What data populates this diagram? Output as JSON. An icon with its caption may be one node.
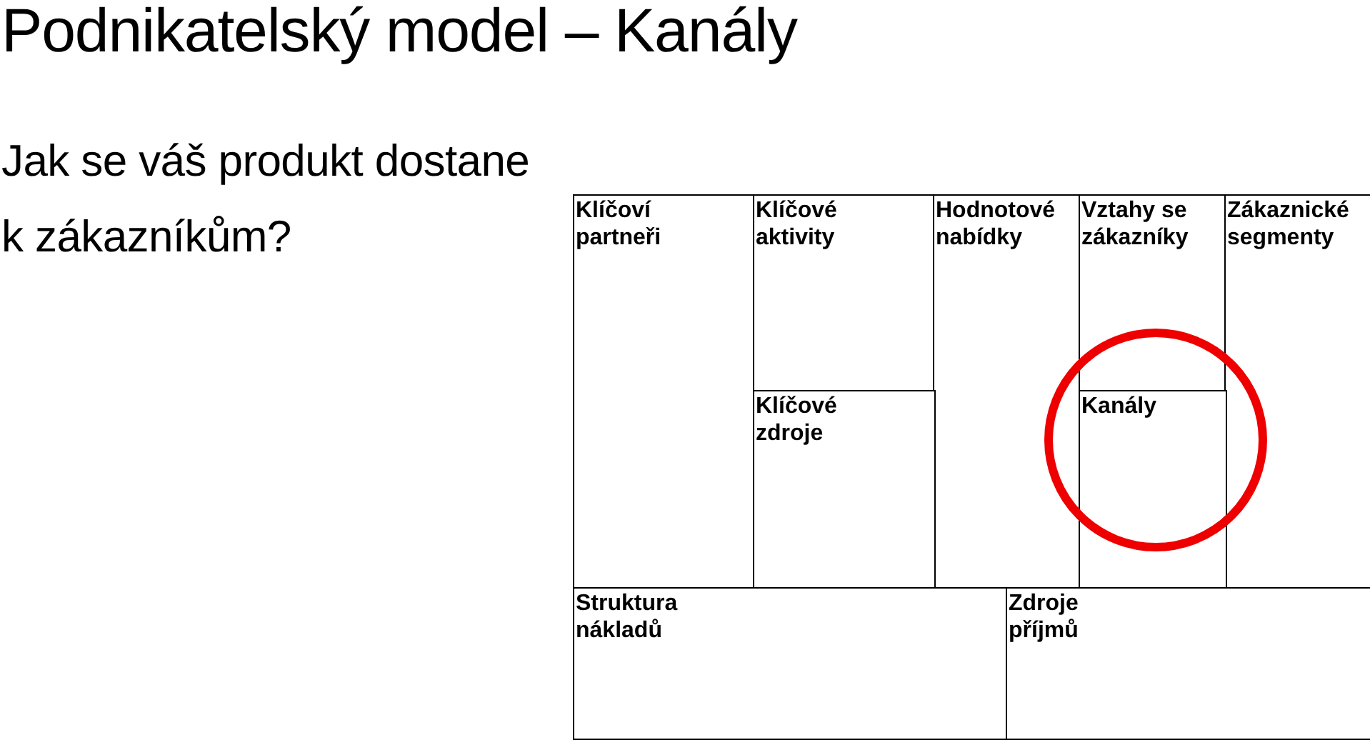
{
  "diagram": {
    "title": "Podnikatelský model – Kanály",
    "nodes": [
      {
        "text": [
          "Klíčoví partneři"
        ]
      },
      {
        "text": [
          "Klíčové aktivity"
        ]
      },
      {
        "text": [
          "Hodnotové nabídky"
        ]
      },
      {
        "text": [
          "Vztahy se zákazníky"
        ]
      },
      {
        "text": [
          "Zákaznické segmenty"
        ]
      },
      {
        "text": [
          "Klíčové zdroje"
        ]
      },
      {
        "text": [
          "Kanály"
        ]
      },
      {
        "text": [
          "Struktura nákladů"
        ]
      },
      {
        "text": [
          "Zdroje příjmů"
        ]
      }
    ],
    "labels": [
      "Jak se váš produkt dostane k zákazníkům?"
    ]
  }
}
